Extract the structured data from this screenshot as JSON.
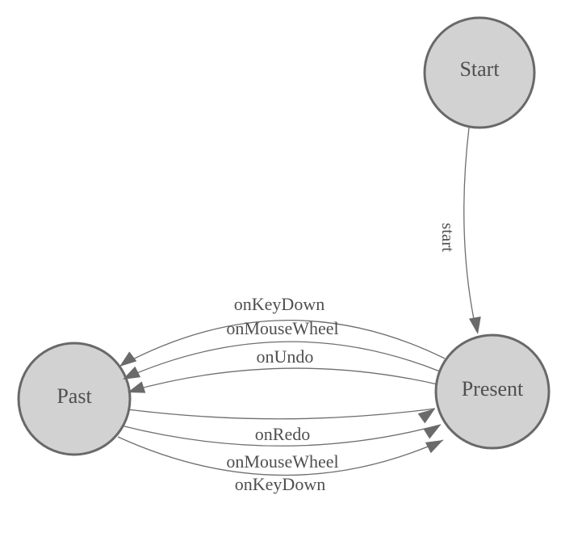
{
  "diagram": {
    "type": "state-machine",
    "nodes": {
      "start": {
        "label": "Start"
      },
      "present": {
        "label": "Present"
      },
      "past": {
        "label": "Past"
      }
    },
    "edges": {
      "start_to_present": {
        "label": "start",
        "from": "Start",
        "to": "Present"
      },
      "present_to_past": [
        {
          "label": "onKeyDown",
          "from": "Present",
          "to": "Past"
        },
        {
          "label": "onMouseWheel",
          "from": "Present",
          "to": "Past"
        },
        {
          "label": "onUndo",
          "from": "Present",
          "to": "Past"
        }
      ],
      "past_to_present": [
        {
          "label": "onRedo",
          "from": "Past",
          "to": "Present"
        },
        {
          "label": "onMouseWheel",
          "from": "Past",
          "to": "Present"
        },
        {
          "label": "onKeyDown",
          "from": "Past",
          "to": "Present"
        }
      ]
    },
    "colors": {
      "background": "#ffffff",
      "node_fill": "#d2d2d2",
      "node_stroke": "#696969",
      "edge_stroke": "#6e6e6e",
      "arrow_fill": "#6a6a6a",
      "text": "#4f4f4f"
    }
  }
}
